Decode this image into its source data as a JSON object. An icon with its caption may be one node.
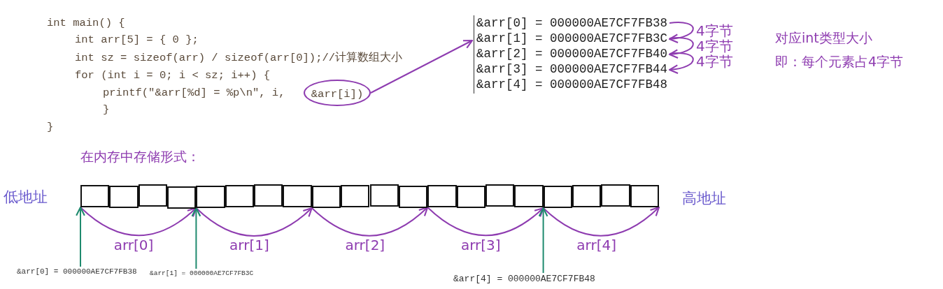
{
  "diagram": {
    "nodes": [
      {
        "text": [
          "&arr[i])"
        ]
      },
      {
        "text": [],
        "shape": "box"
      },
      {
        "text": [
          "&arr[0] = 000000AE7CF7FB38"
        ],
        "in": 1
      },
      {
        "text": [
          "&arr[1] = 000000AE7CF7FB3C"
        ],
        "in": 1
      },
      {
        "text": [
          "&arr[2] = 000000AE7CF7FB40"
        ],
        "in": 1
      },
      {
        "text": [
          "&arr[3] = 000000AE7CF7FB44"
        ],
        "in": 1
      },
      {
        "text": [
          "&arr[4] = 000000AE7CF7FB48"
        ],
        "in": 1
      },
      {
        "text": [],
        "shape": "box"
      },
      {
        "text": [],
        "shape": "box"
      },
      {
        "text": [],
        "shape": "box"
      },
      {
        "text": [],
        "shape": "box"
      },
      {
        "text": [],
        "shape": "box"
      },
      {
        "text": [],
        "shape": "box"
      },
      {
        "text": [],
        "shape": "box"
      },
      {
        "text": [],
        "shape": "box"
      },
      {
        "text": [],
        "shape": "box"
      },
      {
        "text": [],
        "shape": "box"
      },
      {
        "text": [],
        "shape": "box"
      },
      {
        "text": [],
        "shape": "box"
      },
      {
        "text": [],
        "shape": "box"
      },
      {
        "text": [],
        "shape": "box"
      },
      {
        "text": [],
        "shape": "box"
      },
      {
        "text": [],
        "shape": "box"
      },
      {
        "text": [],
        "shape": "box"
      },
      {
        "text": [],
        "shape": "box"
      },
      {
        "text": [],
        "shape": "box"
      },
      {
        "text": [],
        "shape": "box"
      },
      {
        "text": [
          "&arr[0] = 000000AE7CF7FB38"
        ]
      },
      {
        "text": [
          "&arr[1] = 000000AE7CF7FB3C"
        ]
      },
      {
        "text": [
          "&arr[4] = 000000AE7CF7FB48"
        ]
      }
    ],
    "edges": [
      {
        "from": 0,
        "to": 1,
        "arrow": "to"
      },
      {
        "from": 2,
        "to": 3,
        "arrow": "to",
        "label": "4字节"
      },
      {
        "from": 3,
        "to": 4,
        "arrow": "to",
        "label": "4字节"
      },
      {
        "from": 4,
        "to": 5,
        "arrow": "to",
        "label": "4字节"
      },
      {
        "from": 7,
        "to": 11,
        "arrow": "to",
        "label": "arr[0]"
      },
      {
        "from": 11,
        "to": 15,
        "arrow": "to",
        "label": "arr[1]"
      },
      {
        "from": 15,
        "to": 19,
        "arrow": "to",
        "label": "arr[2]"
      },
      {
        "from": 19,
        "to": 23,
        "arrow": "to",
        "label": "arr[3]"
      },
      {
        "from": 23,
        "to": 26,
        "arrow": "to",
        "label": "arr[4]"
      },
      {
        "from": 27,
        "to": 7,
        "arrow": "to",
        "color": "#1f8a6e"
      },
      {
        "from": 28,
        "to": 11,
        "arrow": "to",
        "color": "#1f8a6e"
      },
      {
        "from": 29,
        "to": 23,
        "arrow": "to",
        "color": "#1f8a6e"
      }
    ],
    "labels": [
      "int main() {",
      "int arr[5] = { 0 };",
      "int sz = sizeof(arr) / sizeof(arr[0]);//计算数组大小",
      "for (int i = 0; i < sz; i++) {",
      "printf(\"&arr[%d] = %p\\n\", i,",
      "}",
      "}",
      "对应int类型大小",
      "即：每个元素占4字节",
      "在内存中存储形式：",
      "低地址",
      "高地址"
    ]
  }
}
